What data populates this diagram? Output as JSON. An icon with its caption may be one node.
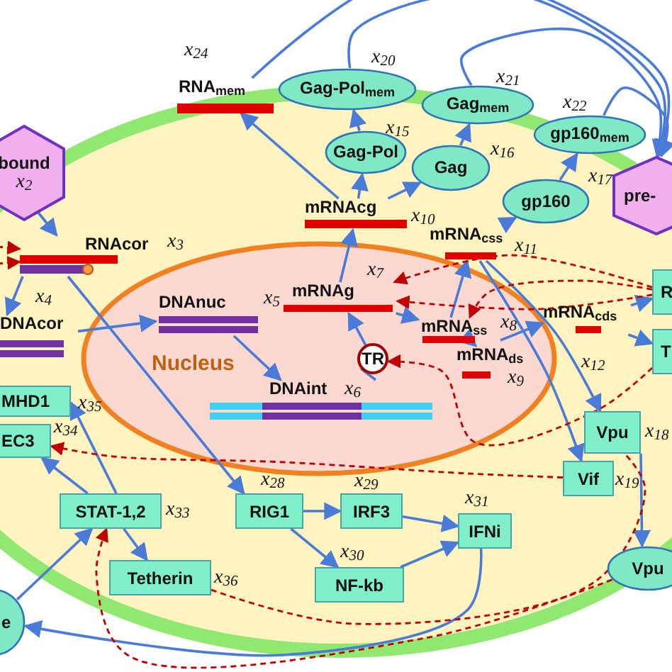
{
  "diagram": {
    "nodes": [
      {
        "text": [
          "RNA$_{mem}$"
        ],
        "beside": [
          "x$_{24}$"
        ]
      },
      {
        "text": [
          "Gag-Pol$_{mem}$"
        ],
        "beside": [
          "x$_{20}$"
        ]
      },
      {
        "text": [
          "Gag$_{mem}$"
        ],
        "beside": [
          "x$_{21}$"
        ]
      },
      {
        "text": [
          "gp160$_{mem}$"
        ],
        "beside": [
          "x$_{22}$"
        ]
      },
      {
        "text": [
          "bound",
          "x$_{2}$"
        ]
      },
      {
        "text": [
          "Gag-Pol"
        ],
        "beside": [
          "x$_{15}$"
        ]
      },
      {
        "text": [
          "Gag"
        ],
        "beside": [
          "x$_{16}$"
        ]
      },
      {
        "text": [
          "pre-"
        ]
      },
      {
        "text": [
          "gp160"
        ],
        "beside": [
          "x$_{17}$"
        ]
      },
      {
        "text": [
          "RNAcor"
        ],
        "beside": [
          "x$_{3}$"
        ]
      },
      {
        "text": [
          "mRNAcg"
        ],
        "beside": [
          "x$_{10}$"
        ]
      },
      {
        "text": [
          "mRNA$_{css}$"
        ],
        "beside": [
          "x$_{11}$"
        ]
      },
      {
        "text": [
          "DNAcor"
        ],
        "beside": [
          "x$_{4}$"
        ]
      },
      {
        "text": [
          "Nucleus"
        ]
      },
      {
        "text": [
          "DNAnuc"
        ],
        "beside": [
          "x$_{5}$"
        ],
        "in": 13
      },
      {
        "text": [
          "mRNAg"
        ],
        "beside": [
          "x$_{7}$"
        ],
        "in": 13
      },
      {
        "text": [
          "TR"
        ],
        "in": 13
      },
      {
        "text": [
          "mRNA$_{ss}$"
        ],
        "beside": [
          "x$_{8}$"
        ],
        "in": 13
      },
      {
        "text": [
          "mRNA$_{ds}$"
        ],
        "beside": [
          "x$_{9}$"
        ],
        "in": 13
      },
      {
        "text": [
          "DNAint",
          "x$_{6}$"
        ],
        "in": 13
      },
      {
        "text": [
          "mRNA$_{cds}$"
        ],
        "beside": [
          "x$_{12}$"
        ]
      },
      {
        "text": [
          "R"
        ]
      },
      {
        "text": [
          "T"
        ]
      },
      {
        "text": [
          "MHD1"
        ],
        "beside": [
          "x$_{35}$"
        ]
      },
      {
        "text": [
          "EC3"
        ],
        "beside": [
          "x$_{34}$"
        ]
      },
      {
        "text": [
          "Vpu"
        ],
        "beside": [
          "x$_{18}$"
        ]
      },
      {
        "text": [
          "STAT-1,2"
        ],
        "beside": [
          "x$_{33}$"
        ]
      },
      {
        "text": [
          "RIG1"
        ],
        "beside": [
          "x$_{28}$"
        ]
      },
      {
        "text": [
          "IRF3"
        ],
        "beside": [
          "x$_{29}$"
        ]
      },
      {
        "text": [
          "Vif"
        ],
        "beside": [
          "x$_{19}$"
        ]
      },
      {
        "text": [
          "IFNi"
        ],
        "beside": [
          "x$_{31}$"
        ]
      },
      {
        "text": [
          "Tetherin"
        ],
        "beside": [
          "x$_{36}$"
        ]
      },
      {
        "text": [
          "NF-kb"
        ],
        "beside": [
          "x$_{30}$"
        ]
      },
      {
        "text": [
          "e"
        ]
      },
      {
        "text": [
          "Vpu"
        ]
      }
    ],
    "edges": [
      {
        "from": 4,
        "to": 9,
        "arrow": "to"
      },
      {
        "from": null,
        "to": 9,
        "arrow": "to",
        "style": "dashed",
        "color": "#c00000"
      },
      {
        "from": null,
        "to": 9,
        "arrow": "to",
        "style": "dashed",
        "color": "#c00000"
      },
      {
        "from": 9,
        "to": 12,
        "arrow": "to"
      },
      {
        "from": 12,
        "to": 14,
        "arrow": "to"
      },
      {
        "from": 14,
        "to": 19,
        "arrow": "to"
      },
      {
        "from": 19,
        "to": 16,
        "arrow": "none"
      },
      {
        "from": 16,
        "to": 15,
        "arrow": "to"
      },
      {
        "from": 15,
        "to": 10,
        "arrow": "to"
      },
      {
        "from": 15,
        "to": 17,
        "arrow": "to"
      },
      {
        "from": 17,
        "to": 11,
        "arrow": "to"
      },
      {
        "from": 17,
        "to": 18,
        "arrow": "to"
      },
      {
        "from": 17,
        "to": 20,
        "arrow": "to"
      },
      {
        "from": 20,
        "to": 21,
        "arrow": "to"
      },
      {
        "from": 20,
        "to": 22,
        "arrow": "to"
      },
      {
        "from": 11,
        "to": 25,
        "arrow": "to"
      },
      {
        "from": 11,
        "to": 29,
        "arrow": "to"
      },
      {
        "from": 11,
        "to": 8,
        "arrow": "to"
      },
      {
        "from": 10,
        "to": 5,
        "arrow": "to"
      },
      {
        "from": 10,
        "to": 6,
        "arrow": "to"
      },
      {
        "from": 10,
        "to": 0,
        "arrow": "to"
      },
      {
        "from": 5,
        "to": 1,
        "arrow": "to"
      },
      {
        "from": 6,
        "to": 2,
        "arrow": "to"
      },
      {
        "from": 8,
        "to": 3,
        "arrow": "to"
      },
      {
        "from": 0,
        "to": 7,
        "arrow": "to"
      },
      {
        "from": 1,
        "to": 7,
        "arrow": "to"
      },
      {
        "from": 2,
        "to": 7,
        "arrow": "to"
      },
      {
        "from": 3,
        "to": 7,
        "arrow": "to"
      },
      {
        "from": 9,
        "to": 27,
        "arrow": "to"
      },
      {
        "from": 27,
        "to": 28,
        "arrow": "to"
      },
      {
        "from": 27,
        "to": 32,
        "arrow": "to"
      },
      {
        "from": 28,
        "to": 30,
        "arrow": "to"
      },
      {
        "from": 32,
        "to": 30,
        "arrow": "to"
      },
      {
        "from": 30,
        "to": 33,
        "arrow": "to"
      },
      {
        "from": 33,
        "to": 26,
        "arrow": "to"
      },
      {
        "from": 26,
        "to": 23,
        "arrow": "to"
      },
      {
        "from": 26,
        "to": 24,
        "arrow": "to"
      },
      {
        "from": 26,
        "to": 31,
        "arrow": "to"
      },
      {
        "from": 25,
        "to": 34,
        "arrow": "to"
      },
      {
        "from": 21,
        "to": 15,
        "arrow": "to",
        "style": "dashed",
        "color": "#c00000"
      },
      {
        "from": 21,
        "to": 17,
        "arrow": "to",
        "style": "dashed",
        "color": "#c00000"
      },
      {
        "from": 21,
        "to": 15,
        "arrow": "to",
        "style": "dashed",
        "color": "#c00000"
      },
      {
        "from": 22,
        "to": 16,
        "arrow": "to",
        "style": "dashed",
        "color": "#c00000"
      },
      {
        "from": 29,
        "to": 24,
        "arrow": "to",
        "style": "dashed",
        "color": "#c00000"
      },
      {
        "from": 34,
        "to": 26,
        "arrow": "to",
        "style": "dashed",
        "color": "#c00000"
      },
      {
        "from": 31,
        "to": 25,
        "arrow": "none",
        "style": "dashed",
        "color": "#c00000"
      }
    ]
  }
}
